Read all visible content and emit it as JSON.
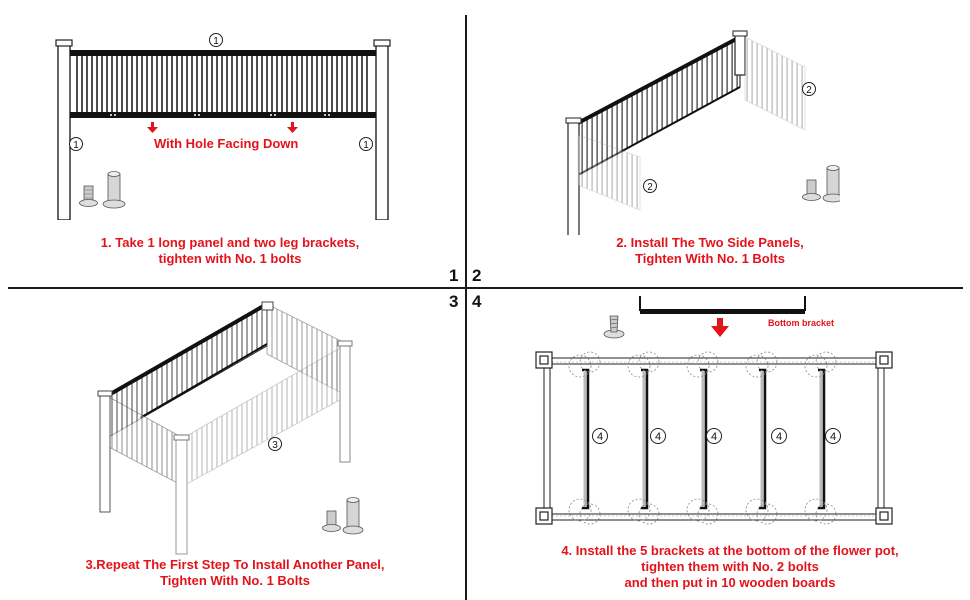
{
  "steps": [
    {
      "number": "1",
      "caption_line1": "1. Take 1 long panel and two leg brackets,",
      "caption_line2": "tighten with No. 1 bolts",
      "note": "With Hole Facing Down"
    },
    {
      "number": "2",
      "caption_line1": "2. Install The Two Side Panels,",
      "caption_line2": "Tighten With No. 1 Bolts"
    },
    {
      "number": "3",
      "caption_line1": "3.Repeat The First Step To Install Another Panel,",
      "caption_line2": "Tighten With No. 1 Bolts"
    },
    {
      "number": "4",
      "caption_line1": "4. Install the 5 brackets at the bottom of the flower pot,",
      "caption_line2": "tighten them with No. 2 bolts",
      "caption_line3": "and then put in 10 wooden boards",
      "note": "Bottom bracket"
    }
  ],
  "part_labels": {
    "part1": "1",
    "part2": "2",
    "part3": "3",
    "part4": "4"
  },
  "colors": {
    "accent_red": "#e3131b",
    "line": "#1a1a1a"
  }
}
